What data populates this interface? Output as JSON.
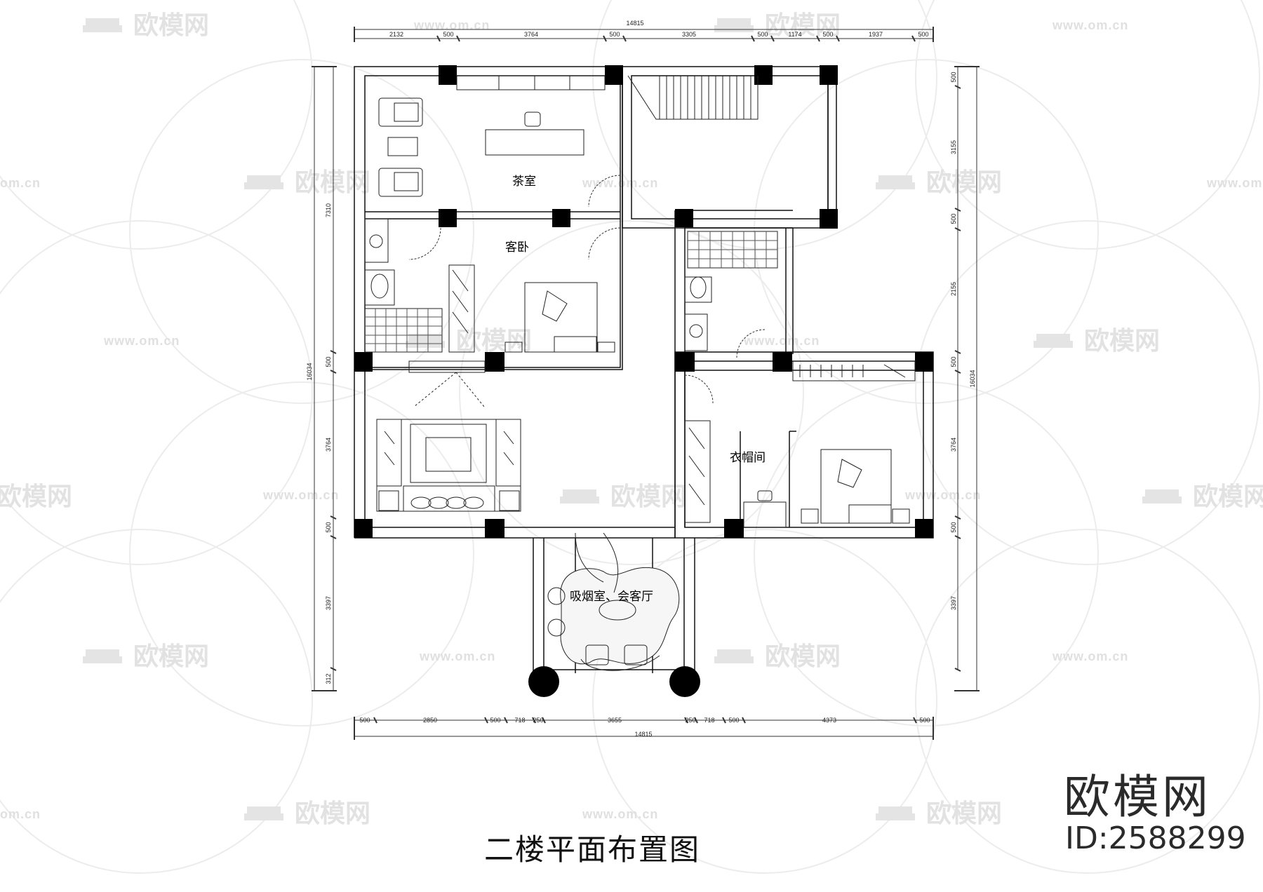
{
  "drawing": {
    "title": "二楼平面布置图",
    "rooms": {
      "tea_room": "茶室",
      "guest_bedroom": "客卧",
      "cloakroom": "衣帽间",
      "smoking_room": "吸烟室、会客厅"
    },
    "dimensions": {
      "top_total": "14815",
      "top_segments": [
        "2132",
        "500",
        "3764",
        "500",
        "3305",
        "500",
        "1174",
        "500",
        "1937",
        "500"
      ],
      "bottom_total": "14815",
      "bottom_segments": [
        "500",
        "2850",
        "500",
        "718",
        "250",
        "3655",
        "250",
        "718",
        "500",
        "4373",
        "500"
      ],
      "left_total": "16034",
      "left_upper": "7310",
      "left_segments": [
        "500",
        "3764",
        "500",
        "3397",
        "312"
      ],
      "right_total": "16034",
      "right_segments": [
        "500",
        "3155",
        "500",
        "2155",
        "500",
        "3764",
        "500",
        "3397"
      ]
    }
  },
  "watermark": {
    "brand": "欧模网",
    "url": "www.om.cn",
    "url_short": "om.cn",
    "id_label": "ID:2588299"
  }
}
